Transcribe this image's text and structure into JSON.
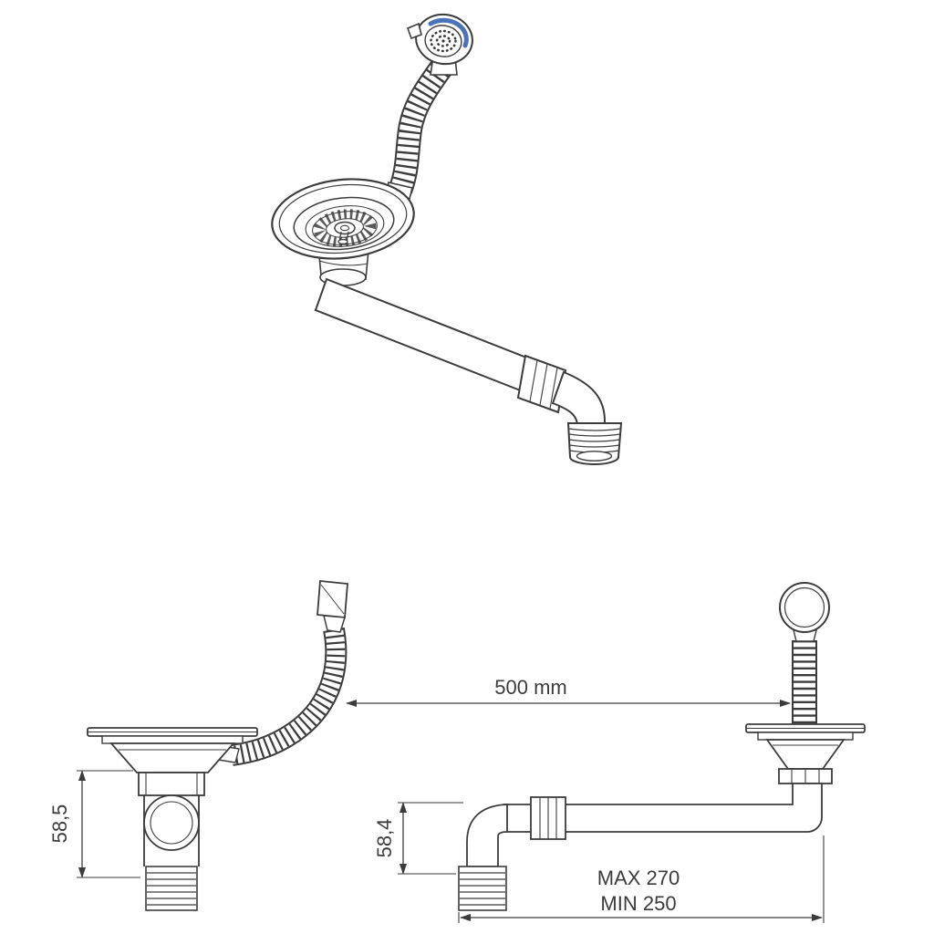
{
  "colors": {
    "line": "#3c3c3c",
    "accent_blue": "#4a73ba",
    "background": "#ffffff"
  },
  "dimensions": {
    "overall_span": "500 mm",
    "left_height": "58,5",
    "right_height": "58,4",
    "pipe_max": "MAX 270",
    "pipe_min": "MIN 250"
  }
}
